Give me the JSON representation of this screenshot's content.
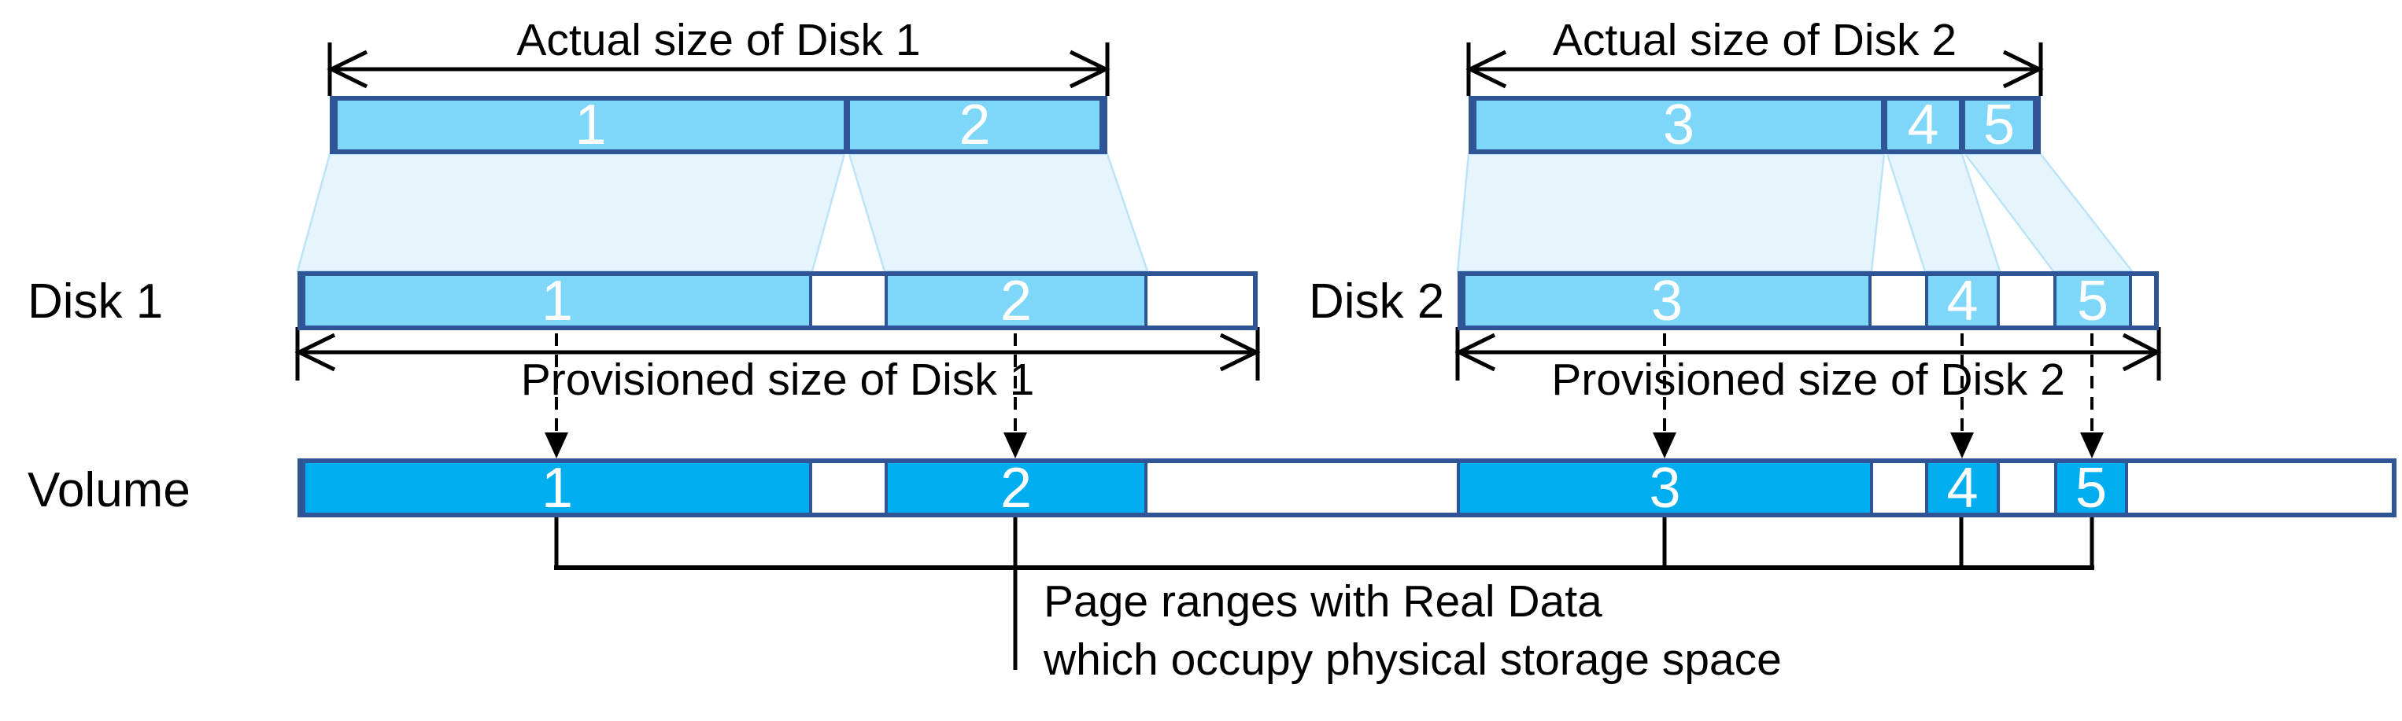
{
  "disk1": {
    "row_label": "Disk 1",
    "actual_label": "Actual size of Disk 1",
    "provisioned_label": "Provisioned size of Disk 1",
    "actual_segments": [
      {
        "label": "1"
      },
      {
        "label": "2"
      }
    ],
    "provisioned_segments": [
      {
        "label": "1"
      },
      {
        "label": "2"
      }
    ]
  },
  "disk2": {
    "row_label": "Disk 2",
    "actual_label": "Actual size of Disk 2",
    "provisioned_label": "Provisioned size of Disk 2",
    "actual_segments": [
      {
        "label": "3"
      },
      {
        "label": "4"
      },
      {
        "label": "5"
      }
    ],
    "provisioned_segments": [
      {
        "label": "3"
      },
      {
        "label": "4"
      },
      {
        "label": "5"
      }
    ]
  },
  "volume": {
    "row_label": "Volume",
    "segments": [
      {
        "label": "1"
      },
      {
        "label": "2"
      },
      {
        "label": "3"
      },
      {
        "label": "4"
      },
      {
        "label": "5"
      }
    ]
  },
  "note": {
    "line1": "Page ranges with Real Data",
    "line2": "which occupy physical storage space"
  },
  "colors": {
    "disk_segment_fill": "#7ED7F8",
    "volume_segment_fill": "#00AEEF",
    "bar_border": "#2F5596",
    "trapezoid_fill": "#E6F4FC",
    "trapezoid_stroke": "#BCE3F6",
    "line_color": "#000000"
  }
}
